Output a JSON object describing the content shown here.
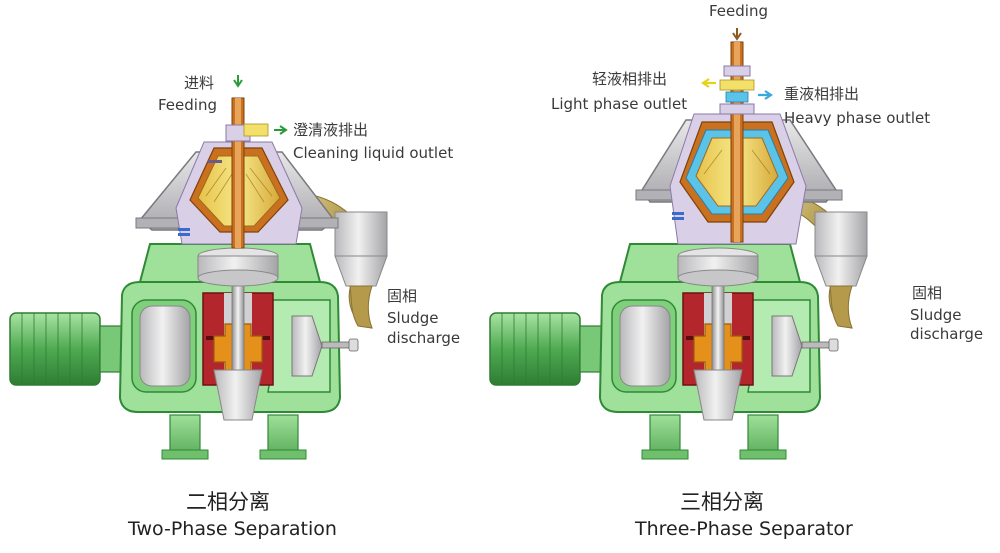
{
  "colors": {
    "machine_green": "#9fe09a",
    "green_dark": "#2f8a36",
    "motor_green": "#5fb760",
    "hood_gray": "#c9c9cc",
    "bowl_lavender": "#d9cfe6",
    "disc_orange": "#c9711e",
    "disc_yellow": "#f2e06a",
    "heavy_phase_blue": "#5bc3e8",
    "gear_red": "#b3262c",
    "impeller_orange": "#e6901c",
    "sludge_brown": "#b8a24e",
    "arrow_green": "#2a9a3a",
    "arrow_yellow": "#e6d21a",
    "arrow_blue": "#3aa8dc",
    "arrow_brown": "#8a5a20"
  },
  "two_phase": {
    "feeding_zh": "进料",
    "feeding_en": "Feeding",
    "outlet_zh": "澄清液排出",
    "outlet_en": "Cleaning liquid outlet",
    "sludge_zh": "固相",
    "sludge_en_1": "Sludge",
    "sludge_en_2": "discharge",
    "caption_zh": "二相分离",
    "caption_en": "Two-Phase Separation"
  },
  "three_phase": {
    "feeding_en": "Feeding",
    "light_zh": "轻液相排出",
    "light_en": "Light phase outlet",
    "heavy_zh": "重液相排出",
    "heavy_en": "Heavy phase outlet",
    "sludge_zh": "固相",
    "sludge_en_1": "Sludge",
    "sludge_en_2": "discharge",
    "caption_zh": "三相分离",
    "caption_en": "Three-Phase Separator"
  }
}
